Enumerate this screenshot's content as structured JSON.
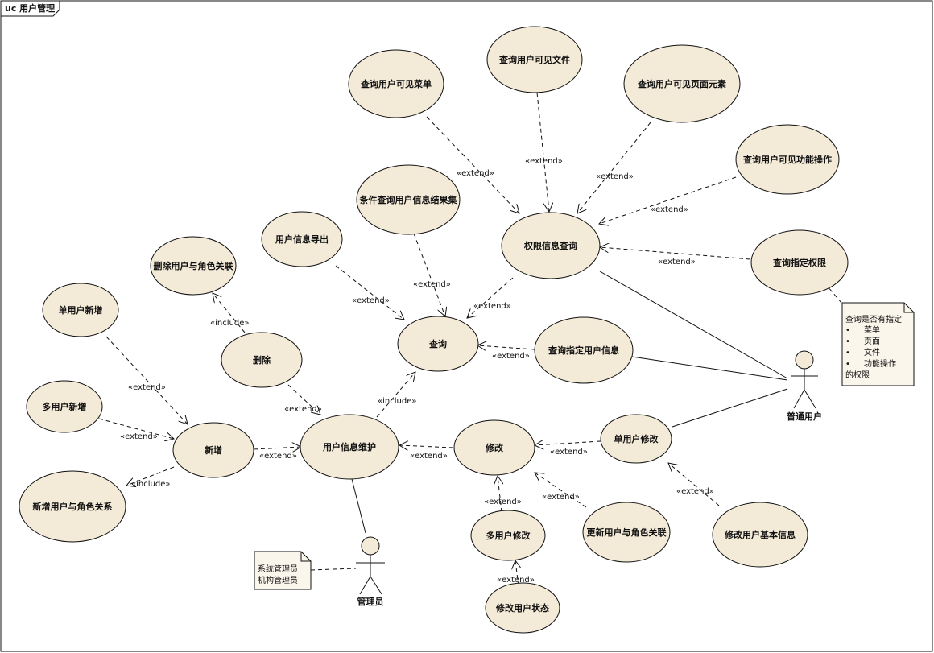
{
  "frame": {
    "title": "uc 用户管理"
  },
  "usecases": {
    "menu": "查询用户可见菜单",
    "file": "查询用户可见文件",
    "page": "查询用户可见页面元素",
    "func": "查询用户可见功能操作",
    "perm": "权限信息查询",
    "specperm": "查询指定权限",
    "cond": "条件查询用户信息结果集",
    "export": "用户信息导出",
    "delrole": "删除用户与角色关联",
    "single_add": "单用户新增",
    "multi_add": "多用户新增",
    "addrole": "新增用户与角色关系",
    "delete": "删除",
    "query": "查询",
    "specuser": "查询指定用户信息",
    "add": "新增",
    "maint": "用户信息维护",
    "modify": "修改",
    "single_mod": "单用户修改",
    "multi_mod": "多用户修改",
    "updrole": "更新用户与角色关联",
    "modbasic": "修改用户基本信息",
    "modstatus": "修改用户状态"
  },
  "stereotypes": {
    "extend": "«extend»",
    "include": "«include»"
  },
  "actors": {
    "normal": "普通用户",
    "admin": "管理员"
  },
  "notes": {
    "perm_note": {
      "line1": "查询是否有指定",
      "b1": "菜单",
      "b2": "页面",
      "b3": "文件",
      "b4": "功能操作",
      "tail": "的权限"
    },
    "admin_note": {
      "line1": "系统管理员",
      "line2": "机构管理员"
    }
  }
}
